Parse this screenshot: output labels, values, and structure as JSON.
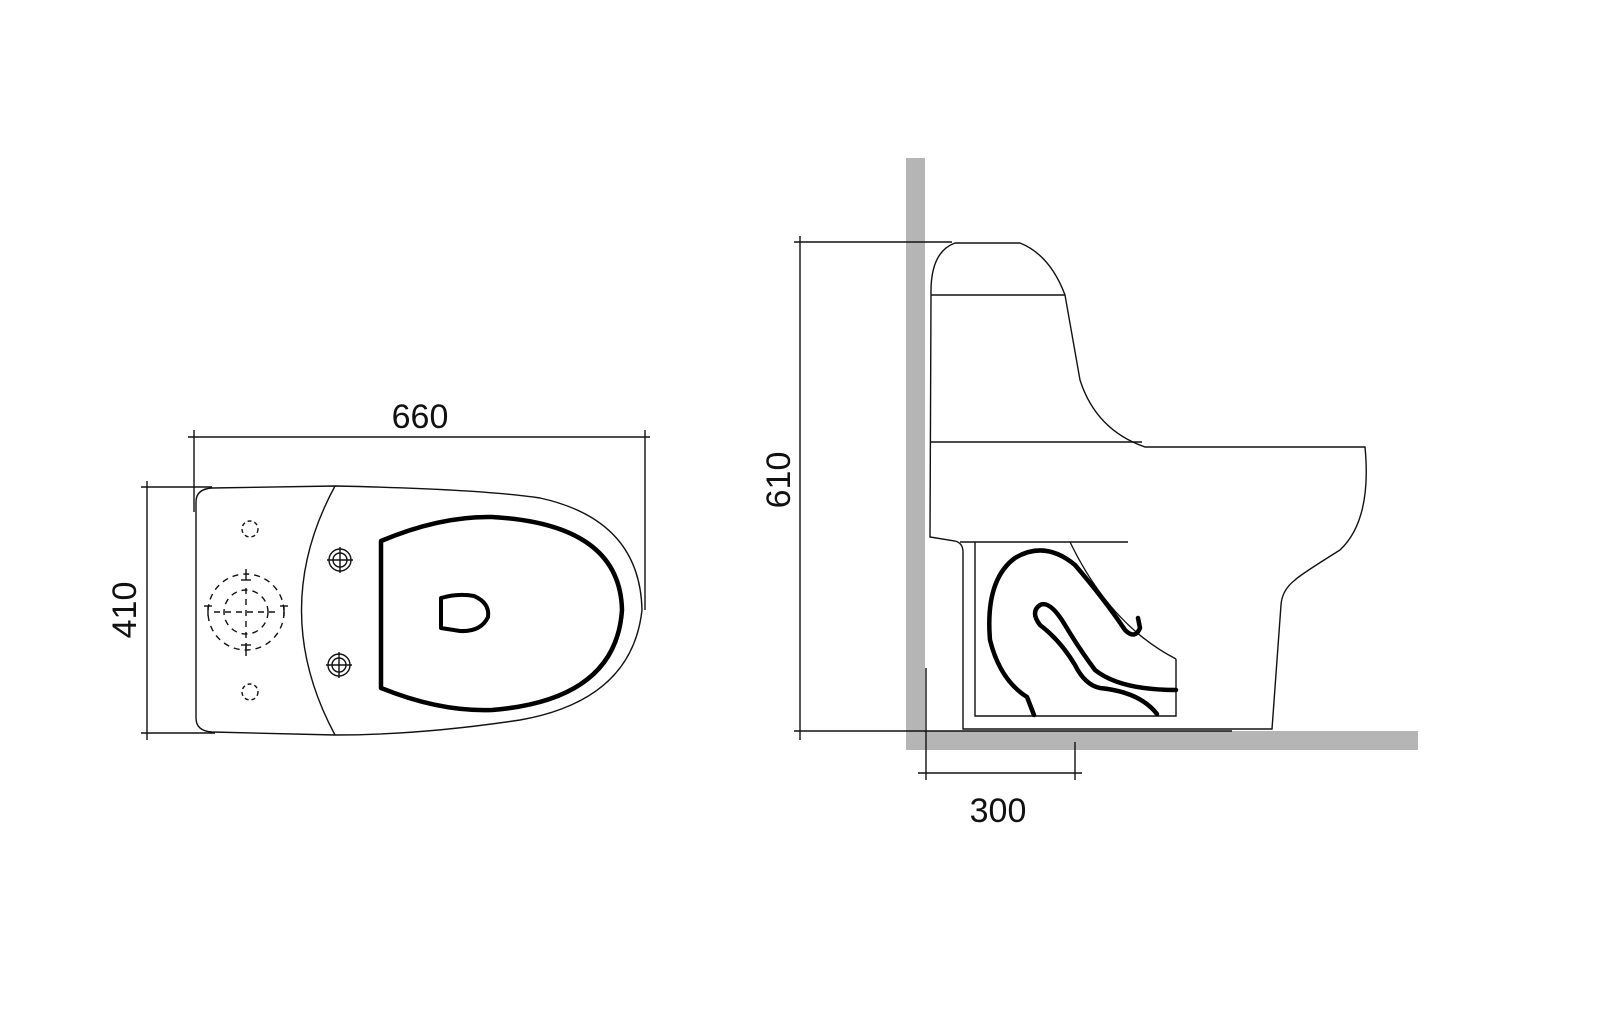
{
  "top_view": {
    "length_label": "660",
    "width_label": "410"
  },
  "side_view": {
    "height_label": "610",
    "rough_in_label": "300"
  },
  "colors": {
    "wall_floor": "#b5b5b5",
    "line": "#111111"
  }
}
